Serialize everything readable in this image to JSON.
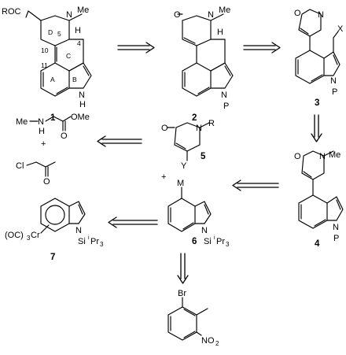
{
  "scheme": {
    "compounds": [
      {
        "id": "compound-1",
        "number": "1",
        "labels": {
          "roc": "ROC",
          "nme_n": "N",
          "nme_me": "Me",
          "h5": "H",
          "nh_n": "N",
          "nh_h": "H",
          "ring_a": "A",
          "ring_b": "B",
          "ring_c": "C",
          "ring_d": "D",
          "c5": "5",
          "c4": "4",
          "c10": "10",
          "c11": "11"
        }
      },
      {
        "id": "compound-2",
        "number": "2",
        "labels": {
          "o": "O",
          "nme_n": "N",
          "nme_me": "Me",
          "h": "H",
          "n": "N",
          "p": "P"
        }
      },
      {
        "id": "compound-3",
        "number": "3",
        "labels": {
          "o": "O",
          "n": "N",
          "x": "X",
          "n_ind": "N",
          "p": "P"
        }
      },
      {
        "id": "compound-4",
        "number": "4",
        "labels": {
          "o": "O",
          "n": "N",
          "me": "Me",
          "n_ind": "N",
          "p": "P"
        }
      },
      {
        "id": "compound-5",
        "number": "5",
        "labels": {
          "o": "O",
          "n": "N",
          "r": "R",
          "y": "Y"
        }
      },
      {
        "id": "compound-6",
        "number": "6",
        "labels": {
          "m": "M",
          "n": "N",
          "si": "Si",
          "i": "i",
          "pr3": "Pr",
          "three": "3"
        }
      },
      {
        "id": "compound-7",
        "number": "7",
        "labels": {
          "co3": "(OC)",
          "three": "3",
          "cr": "Cr",
          "n": "N",
          "si": "Si",
          "i": "i",
          "pr3": "Pr",
          "pr_sub": "3"
        }
      },
      {
        "id": "sarcosine-ester",
        "labels": {
          "me": "Me",
          "n": "N",
          "h": "H",
          "ome": "OMe",
          "o": "O"
        }
      },
      {
        "id": "chloroacetone",
        "labels": {
          "cl": "Cl",
          "o": "O"
        }
      },
      {
        "id": "bromonitrotoluene",
        "labels": {
          "br": "Br",
          "no2": "NO",
          "two": "2"
        }
      }
    ],
    "plus_signs": [
      "+",
      "+"
    ]
  }
}
